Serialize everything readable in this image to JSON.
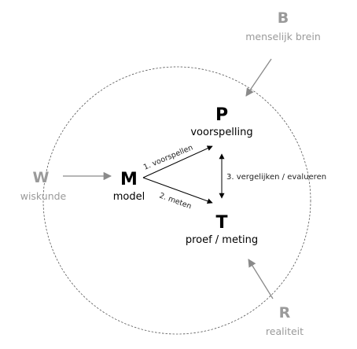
{
  "center": {
    "model": {
      "letter": "M",
      "label": "model"
    },
    "prediction": {
      "letter": "P",
      "label": "voorspelling"
    },
    "test": {
      "letter": "T",
      "label": "proef / meting"
    }
  },
  "arrows": {
    "predict": "1. voorspellen",
    "measure": "2. meten",
    "compare": "3. vergelijken / evalueren"
  },
  "outer": {
    "brain": {
      "letter": "B",
      "label": "menselijk brein"
    },
    "math": {
      "letter": "W",
      "label": "wiskunde"
    },
    "reality": {
      "letter": "R",
      "label": "realiteit"
    }
  },
  "colors": {
    "main": "#000000",
    "outer": "#9a9a9a",
    "circle": "#555555",
    "arrow_outer": "#8a8a8a"
  }
}
